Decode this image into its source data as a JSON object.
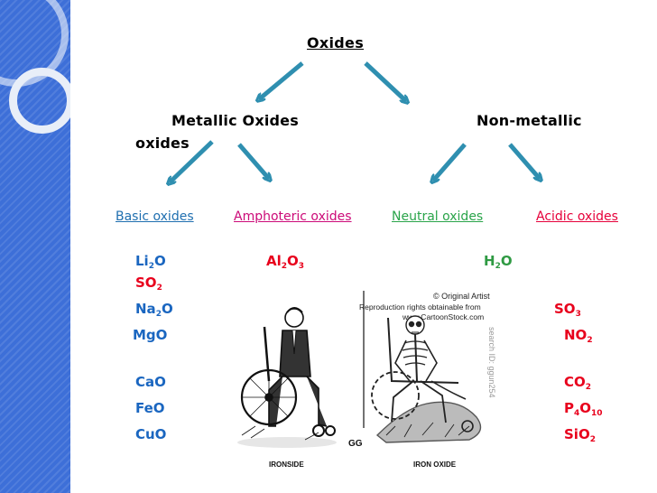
{
  "title": "Oxides",
  "metallic": {
    "heading_line1": "Metallic Oxides",
    "heading_line2": "oxides"
  },
  "nonmetallic": {
    "heading_line1": "Non-metallic"
  },
  "categories": {
    "basic": "Basic oxides",
    "amphoteric": "Amphoteric oxides",
    "neutral": "Neutral oxides",
    "acidic": "Acidic oxides"
  },
  "formulas": {
    "li2o": {
      "el1": "Li",
      "n1": "2",
      "el2": "O"
    },
    "so2_left": {
      "el1": "SO",
      "n1": "2"
    },
    "na2o": {
      "el1": "Na",
      "n1": "2",
      "el2": "O"
    },
    "mgo": "MgO",
    "cao": "CaO",
    "feo": "FeO",
    "cuo": "CuO",
    "al2o3": {
      "el1": "Al",
      "n1": "2",
      "el2": "O",
      "n2": "3"
    },
    "h2o": {
      "el1": "H",
      "n1": "2",
      "el2": "O"
    },
    "so3": {
      "el1": "SO",
      "n1": "3"
    },
    "no2": {
      "el1": "NO",
      "n1": "2"
    },
    "co2": {
      "el1": "CO",
      "n1": "2"
    },
    "p4o10": {
      "el1": "P",
      "n1": "4",
      "el2": "O",
      "n2": "10"
    },
    "sio2": {
      "el1": "SiO",
      "n1": "2"
    }
  },
  "cartoon": {
    "copyright": "© Original Artist",
    "rights_line1": "Reproduction rights obtainable from",
    "rights_line2": "www.CartoonStock.com",
    "search_id": "search ID: ggun254",
    "caption_left": "IRONSIDE",
    "caption_right": "IRON OXIDE",
    "signature": "GG"
  },
  "colors": {
    "sidebar": "#3d6fd8",
    "arrow": "#2f8fb0",
    "formula_blue": "#1a66c0",
    "formula_red": "#e8001c",
    "formula_green": "#2f9a43",
    "cat_basic": "#1f6fb0",
    "cat_amphoteric": "#cc0a78",
    "cat_neutral": "#2aa44a",
    "cat_acidic": "#e6003a"
  }
}
